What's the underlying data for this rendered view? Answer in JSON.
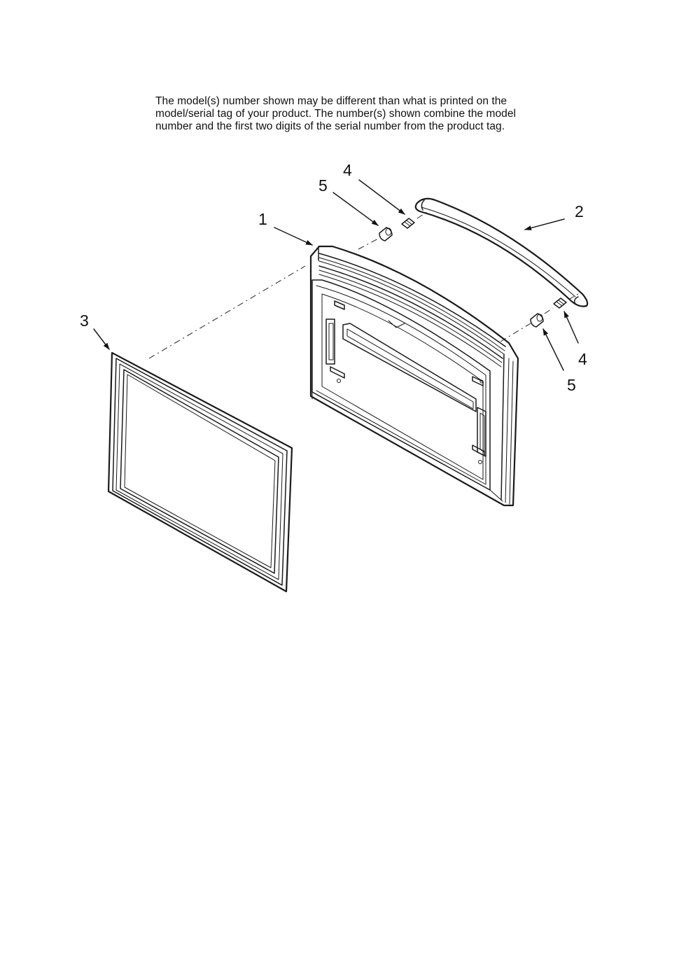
{
  "note": {
    "lines": [
      "The model(s) number shown may be different than what is printed on the",
      "model/serial tag of your product. The number(s) shown combine the model",
      "number and the first two digits of the serial number from the product tag."
    ]
  },
  "callouts": {
    "door": "1",
    "handle": "2",
    "gasket": "3",
    "screw_top": "4",
    "spacer_top": "5",
    "screw_right": "4",
    "spacer_right": "5"
  },
  "colors": {
    "line": "#1a1a1a",
    "background": "#ffffff"
  }
}
